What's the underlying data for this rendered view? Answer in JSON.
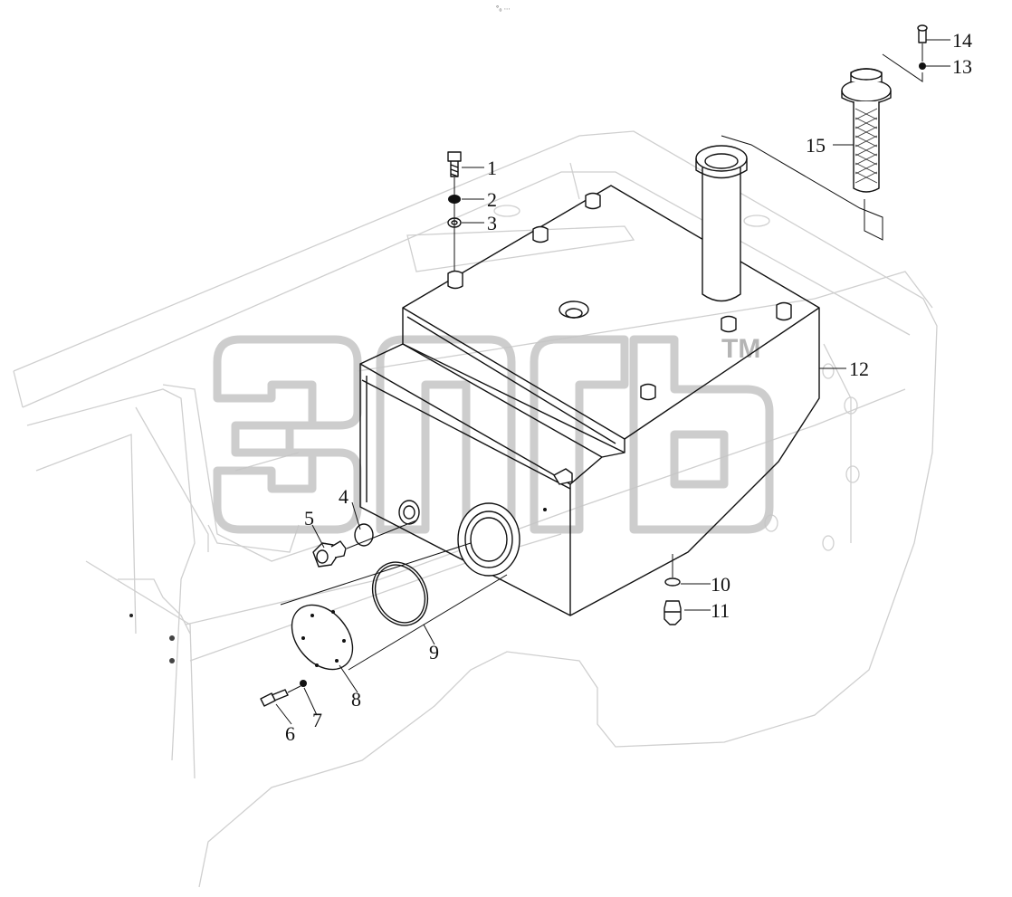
{
  "header": {
    "mark": "°₀ ∙∙∙"
  },
  "watermark": {
    "trademark": "TM"
  },
  "callouts": [
    {
      "id": "1",
      "label": "1"
    },
    {
      "id": "2",
      "label": "2"
    },
    {
      "id": "3",
      "label": "3"
    },
    {
      "id": "4",
      "label": "4"
    },
    {
      "id": "5",
      "label": "5"
    },
    {
      "id": "6",
      "label": "6"
    },
    {
      "id": "7",
      "label": "7"
    },
    {
      "id": "8",
      "label": "8"
    },
    {
      "id": "9",
      "label": "9"
    },
    {
      "id": "10",
      "label": "10"
    },
    {
      "id": "11",
      "label": "11"
    },
    {
      "id": "12",
      "label": "12"
    },
    {
      "id": "13",
      "label": "13"
    },
    {
      "id": "14",
      "label": "14"
    },
    {
      "id": "15",
      "label": "15"
    }
  ],
  "colors": {
    "ink": "#111111",
    "frame": "#cfcfcf",
    "watermark": "#c4c4c4"
  }
}
